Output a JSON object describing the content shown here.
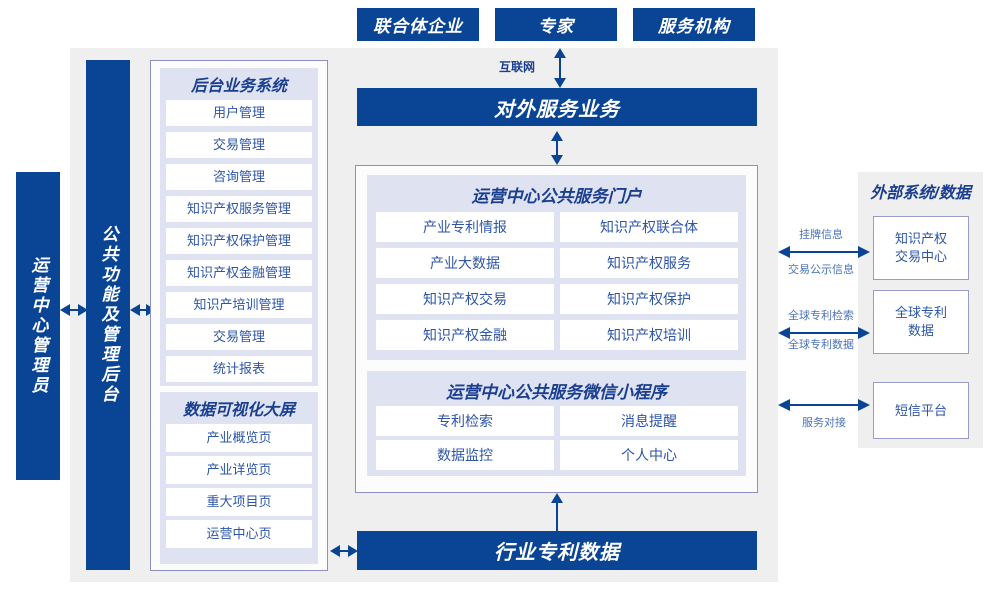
{
  "colors": {
    "brand_blue": "#0a4595",
    "panel_border": "#8d8fc0",
    "group_bg": "#dee2f1",
    "cell_text": "#2c55a8",
    "zone_bg": "#efefef",
    "edge_label": "#4a72b8"
  },
  "top_actors": [
    {
      "label": "联合体企业"
    },
    {
      "label": "专家"
    },
    {
      "label": "服务机构"
    }
  ],
  "internet_label": "互联网",
  "external_service_bar": {
    "label": "对外服务业务"
  },
  "industry_data_bar": {
    "label": "行业专利数据"
  },
  "left_roles": [
    {
      "label": "运营中心管理员"
    },
    {
      "label": "公共功能及管理后台"
    }
  ],
  "backend": {
    "title": "后台业务系统",
    "items": [
      {
        "label": "用户管理"
      },
      {
        "label": "交易管理"
      },
      {
        "label": "咨询管理"
      },
      {
        "label": "知识产权服务管理"
      },
      {
        "label": "知识产权保护管理"
      },
      {
        "label": "知识产权金融管理"
      },
      {
        "label": "知识产培训管理"
      },
      {
        "label": "交易管理"
      },
      {
        "label": "统计报表"
      }
    ]
  },
  "dataviz": {
    "title": "数据可视化大屏",
    "items": [
      {
        "label": "产业概览页"
      },
      {
        "label": "产业详览页"
      },
      {
        "label": "重大项目页"
      },
      {
        "label": "运营中心页"
      }
    ]
  },
  "portal": {
    "title": "运营中心公共服务门户",
    "items": [
      {
        "label": "产业专利情报"
      },
      {
        "label": "知识产权联合体"
      },
      {
        "label": "产业大数据"
      },
      {
        "label": "知识产权服务"
      },
      {
        "label": "知识产权交易"
      },
      {
        "label": "知识产权保护"
      },
      {
        "label": "知识产权金融"
      },
      {
        "label": "知识产权培训"
      }
    ]
  },
  "miniprogram": {
    "title": "运营中心公共服务微信小程序",
    "items": [
      {
        "label": "专利检索"
      },
      {
        "label": "消息提醒"
      },
      {
        "label": "数据监控"
      },
      {
        "label": "个人中心"
      }
    ]
  },
  "external": {
    "title": "外部系统/数据",
    "items": [
      {
        "label": "知识产权\n交易中心"
      },
      {
        "label": "全球专利\n数据"
      },
      {
        "label": "短信平台"
      }
    ],
    "edges": [
      {
        "above": "挂牌信息",
        "below": "交易公示信息"
      },
      {
        "above": "全球专利检索",
        "below": "全球专利数据"
      },
      {
        "above": "",
        "below": "服务对接"
      }
    ]
  }
}
